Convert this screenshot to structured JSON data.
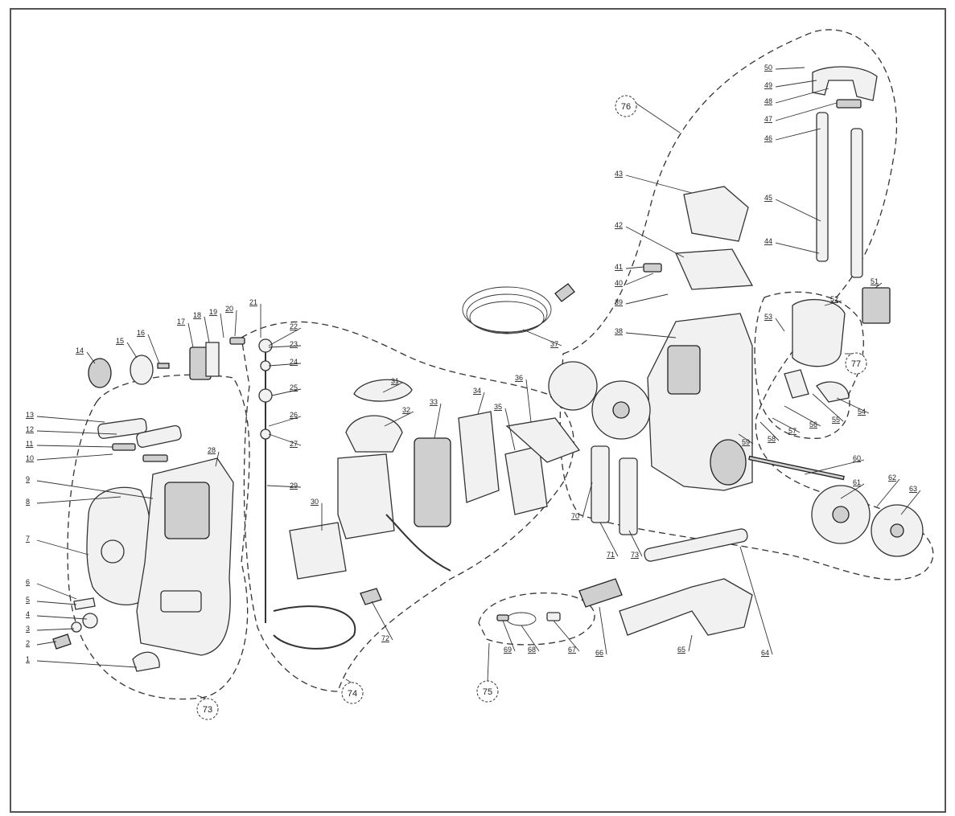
{
  "diagram": {
    "callouts": [
      "1",
      "2",
      "3",
      "4",
      "5",
      "6",
      "7",
      "8",
      "9",
      "10",
      "11",
      "12",
      "13",
      "14",
      "15",
      "16",
      "17",
      "18",
      "19",
      "20",
      "21",
      "22",
      "23",
      "24",
      "25",
      "26",
      "27",
      "28",
      "29",
      "30",
      "31",
      "32",
      "33",
      "34",
      "35",
      "36",
      "37",
      "38",
      "39",
      "40",
      "41",
      "42",
      "43",
      "44",
      "45",
      "46",
      "47",
      "48",
      "49",
      "50",
      "51",
      "52",
      "53",
      "54",
      "55",
      "56",
      "57",
      "58",
      "59",
      "60",
      "61",
      "62",
      "63",
      "64",
      "65",
      "66",
      "67",
      "68",
      "69",
      "70",
      "71",
      "72",
      "73",
      "74",
      "75",
      "76",
      "77"
    ],
    "groups": [
      "73",
      "74",
      "75",
      "76",
      "77"
    ]
  }
}
